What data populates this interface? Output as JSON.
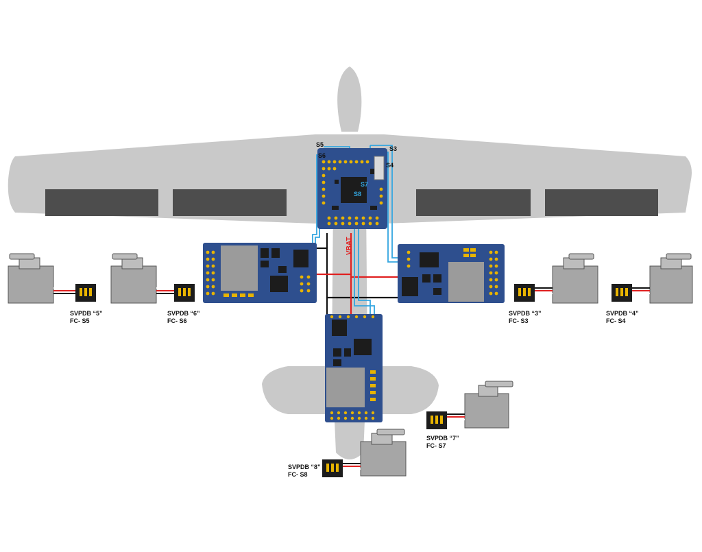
{
  "colors": {
    "airframe": "#c9c9c9",
    "aileron": "#4d4d4d",
    "board": "#2e4f8e",
    "board_light": "#3a5fa3",
    "chip": "#1c1c1c",
    "pad": "#e8b400",
    "shield": "#9b9b9b",
    "signal_wire": "#33a6e0",
    "power_wire": "#e02020",
    "ground_wire": "#111111",
    "servo_body": "#a6a6a6",
    "servo_top": "#bdbdbd",
    "servo_outline": "#555555",
    "label": "#111111",
    "vbat_label": "#e02020"
  },
  "fc_pin_labels": {
    "s5": "S5",
    "s6": "S6",
    "s3": "S3",
    "s4": "S4",
    "s7": "S7",
    "s8": "S8"
  },
  "vbat_label": "VBAT",
  "servos": [
    {
      "id": "5",
      "line1": "SVPDB “5”",
      "line2": "FC- S5"
    },
    {
      "id": "6",
      "line1": "SVPDB “6”",
      "line2": "FC- S6"
    },
    {
      "id": "3",
      "line1": "SVPDB “3”",
      "line2": "FC- S3"
    },
    {
      "id": "4",
      "line1": "SVPDB “4”",
      "line2": "FC- S4"
    },
    {
      "id": "7",
      "line1": "SVPDB “7”",
      "line2": "FC- S7"
    },
    {
      "id": "8",
      "line1": "SVPDB “8”",
      "line2": "FC- S8"
    }
  ]
}
